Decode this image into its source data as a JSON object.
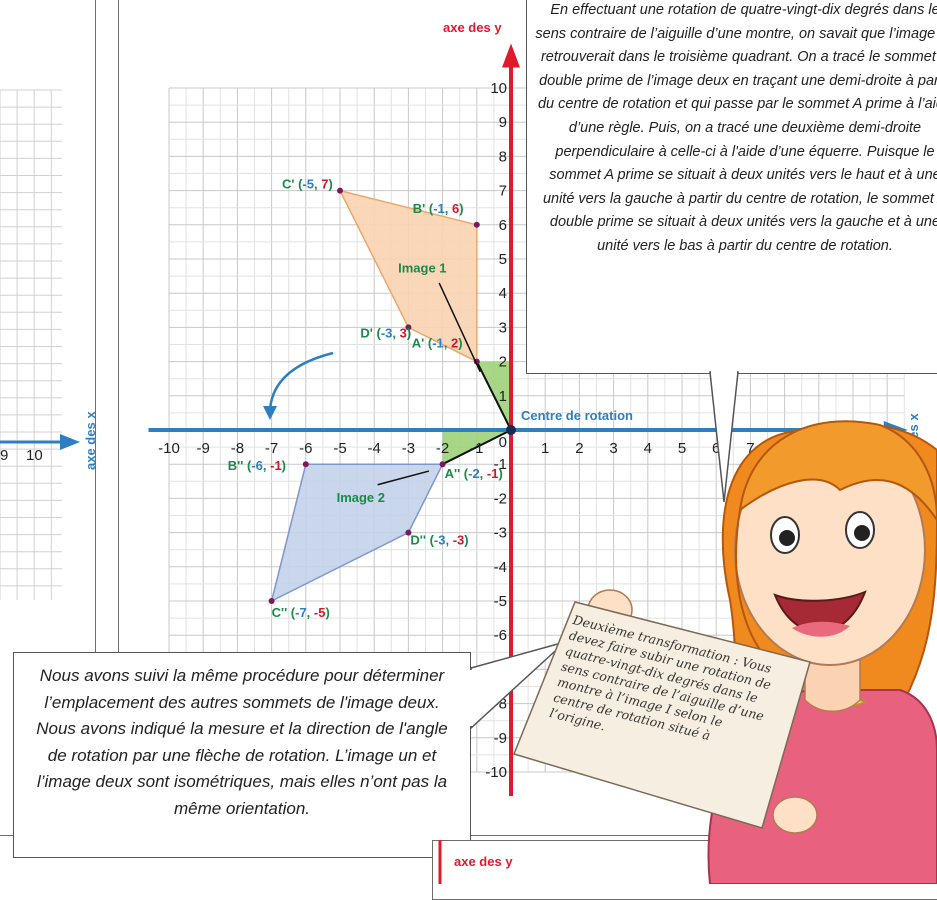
{
  "axes": {
    "y_name": "axe des y",
    "x_name": "axe des x",
    "x_ticks": [
      "-10",
      "-9",
      "-8",
      "-7",
      "-6",
      "-5",
      "-4",
      "-3",
      "-2",
      "-1",
      "0",
      "1",
      "2",
      "3",
      "4",
      "5",
      "6",
      "7"
    ],
    "y_ticks": [
      "10",
      "9",
      "8",
      "7",
      "6",
      "5",
      "4",
      "3",
      "2",
      "1",
      "0",
      "-1",
      "-2",
      "-3",
      "-4",
      "-5",
      "-6",
      "-8",
      "-9",
      "-10"
    ],
    "left_panel_x_ticks": [
      "9",
      "10"
    ],
    "origin_label": "Centre de rotation"
  },
  "image1": {
    "label": "Image 1",
    "fill": "#f9d3b0",
    "stroke": "#e9a86a",
    "vertices": [
      {
        "name": "A'",
        "x": -1,
        "y": 2
      },
      {
        "name": "B'",
        "x": -1,
        "y": 6
      },
      {
        "name": "C'",
        "x": -5,
        "y": 7
      },
      {
        "name": "D'",
        "x": -3,
        "y": 3
      }
    ]
  },
  "image2": {
    "label": "Image 2",
    "fill": "#c3d2ea",
    "stroke": "#7b98c9",
    "vertices": [
      {
        "name": "A''",
        "x": -2,
        "y": -1
      },
      {
        "name": "B''",
        "x": -6,
        "y": -1
      },
      {
        "name": "C''",
        "x": -7,
        "y": -5
      },
      {
        "name": "D''",
        "x": -3,
        "y": -3
      }
    ]
  },
  "colors": {
    "x_value": "#2d7fc1",
    "y_value": "#d0192b",
    "y_axis": "#e0192b",
    "x_axis": "#2d7fc1",
    "vertex_label": "#1a8a4a",
    "green_fill": "#9fd17a"
  },
  "callout_top": "En effectuant une rotation de quatre-vingt-dix degrés dans le sens contraire de l’aiguille d’une montre, on savait que l’image se retrouverait dans le troisième quadrant. On a tracé le sommet A double prime de l’image deux en traçant une demi-droite à partir du centre de rotation et qui passe par le sommet A prime à l’aide d’une règle. Puis, on a tracé une deuxième demi-droite perpendiculaire à celle-ci à l'aide d’une équerre. Puisque le sommet A prime se situait à deux unités vers le haut et à une unité vers la gauche à partir du centre de rotation, le sommet A double prime se situait à deux unités vers la gauche et à une unité vers le bas à partir du centre de rotation.",
  "callout_bottom": "Nous avons suivi la même procédure pour déterminer l’emplacement des autres sommets de l'image deux. Nous avons indiqué la mesure et la direction de l'angle de rotation par une flèche de rotation. L’image un et l’image deux sont isométriques, mais elles n’ont pas la même orientation.",
  "note_card": "Deuxième transformation : Vous devez faire subir une rotation de quatre-vingt-dix degrés dans le sens contraire de l’aiguille d’une montre à l’image I selon le centre de rotation situé à l’origine.",
  "bottom_panel_y_name": "axe des y"
}
